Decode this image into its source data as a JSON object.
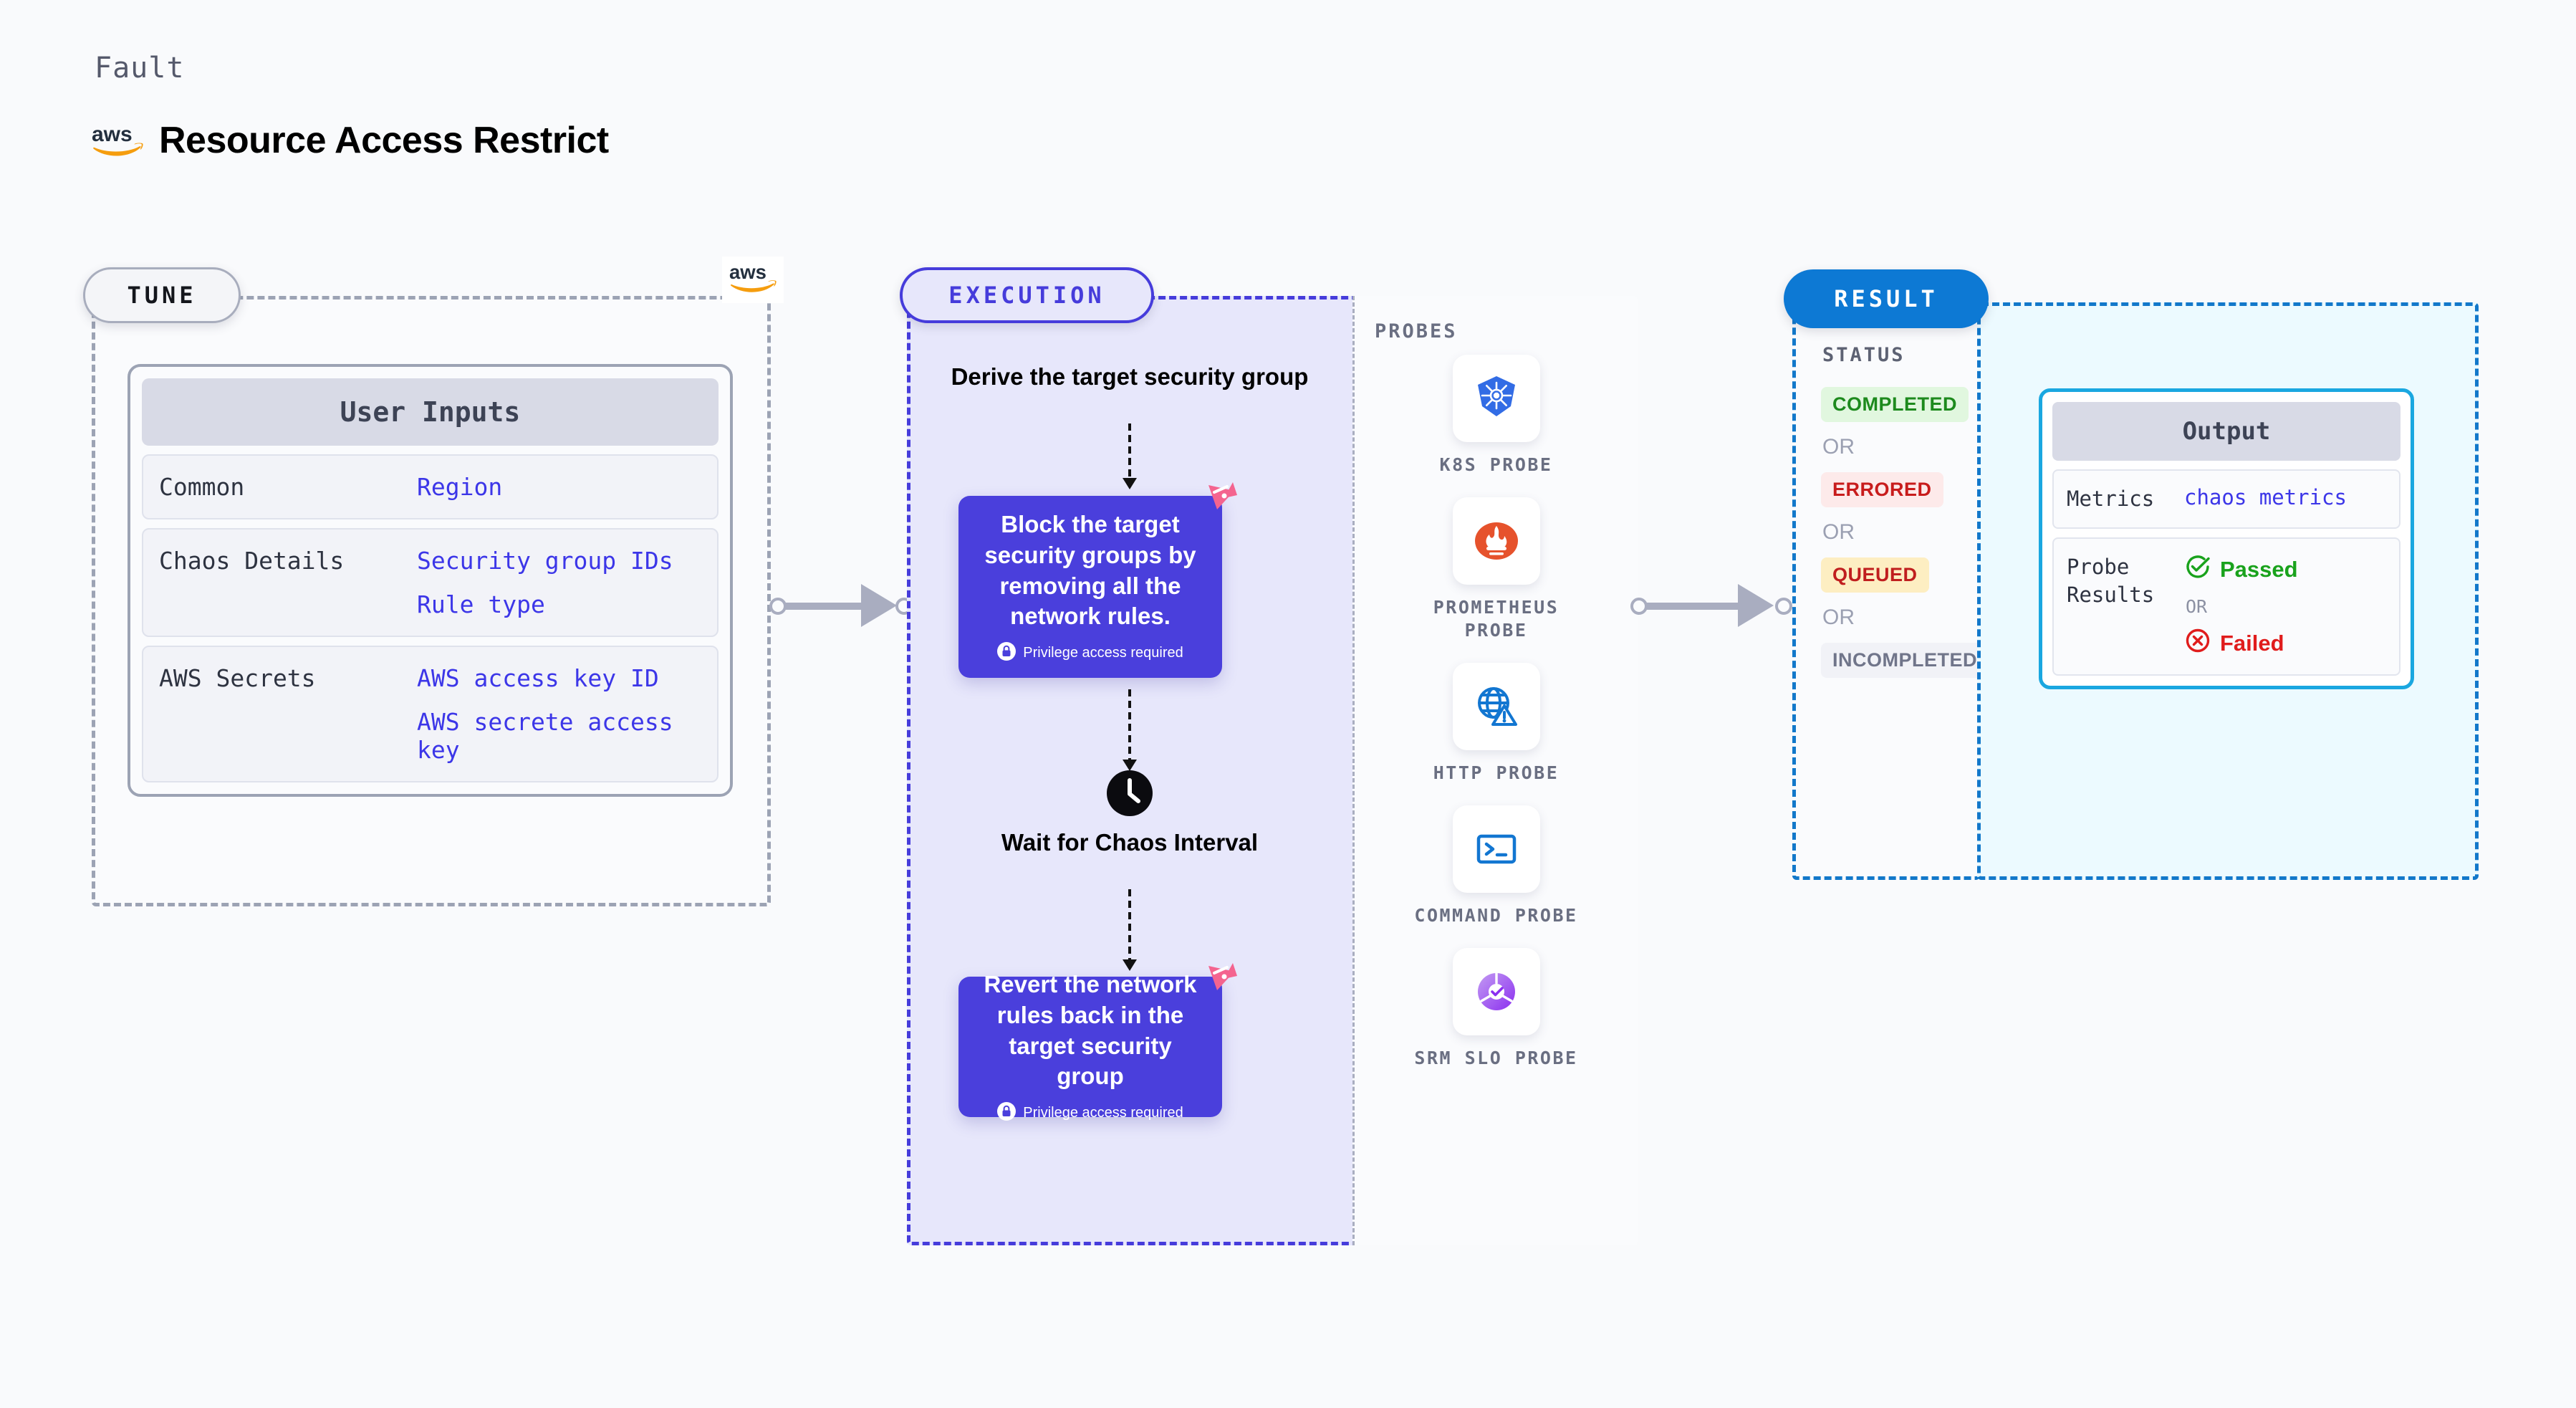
{
  "header": {
    "kicker": "Fault",
    "title": "Resource Access Restrict",
    "logo_icon": "aws-logo"
  },
  "tune": {
    "chip_label": "TUNE",
    "corner_logo_icon": "aws-logo",
    "card_title": "User Inputs",
    "rows": [
      {
        "key": "Common",
        "values": [
          "Region"
        ]
      },
      {
        "key": "Chaos Details",
        "values": [
          "Security group IDs",
          "Rule type"
        ]
      },
      {
        "key": "AWS Secrets",
        "values": [
          "AWS access key ID",
          "AWS secrete access key"
        ]
      }
    ]
  },
  "execution": {
    "chip_label": "EXECUTION",
    "steps": {
      "derive_title": "Derive the target security group",
      "block_card": {
        "text": "Block the target security groups by removing all the network rules.",
        "privilege_note": "Privilege access required"
      },
      "wait_title": "Wait for Chaos Interval",
      "revert_card": {
        "text": "Revert the network rules back in the target security group",
        "privilege_note": "Privilege access required"
      }
    },
    "probes_title": "PROBES",
    "probes": [
      {
        "label": "K8S PROBE",
        "icon": "kubernetes-icon"
      },
      {
        "label": "PROMETHEUS PROBE",
        "icon": "prometheus-icon"
      },
      {
        "label": "HTTP PROBE",
        "icon": "http-globe-warning-icon"
      },
      {
        "label": "COMMAND PROBE",
        "icon": "terminal-icon"
      },
      {
        "label": "SRM SLO PROBE",
        "icon": "srm-slo-donut-icon"
      }
    ]
  },
  "result": {
    "chip_label": "RESULT",
    "status_title": "STATUS",
    "or_label": "OR",
    "statuses": [
      {
        "label": "COMPLETED",
        "bg": "#e1f7df",
        "fg": "#1d8a1d"
      },
      {
        "label": "ERRORED",
        "bg": "#fdeaea",
        "fg": "#c81c1c"
      },
      {
        "label": "QUEUED",
        "bg": "#fdeec2",
        "fg": "#c01e1e"
      },
      {
        "label": "INCOMPLETED",
        "bg": "#f1f2f7",
        "fg": "#70758a"
      }
    ],
    "output": {
      "title": "Output",
      "metrics_key": "Metrics",
      "metrics_value": "chaos metrics",
      "probe_results_key": "Probe Results",
      "passed_label": "Passed",
      "failed_label": "Failed",
      "or_label": "OR",
      "passed_color": "#19a21c",
      "failed_color": "#e01c1c"
    }
  },
  "colors": {
    "accent_indigo": "#463cdb",
    "accent_blue": "#0d79d4",
    "card_purple": "#4a3fdc",
    "harness_pink": "#f4648f",
    "aws_orange": "#f5a03c"
  }
}
